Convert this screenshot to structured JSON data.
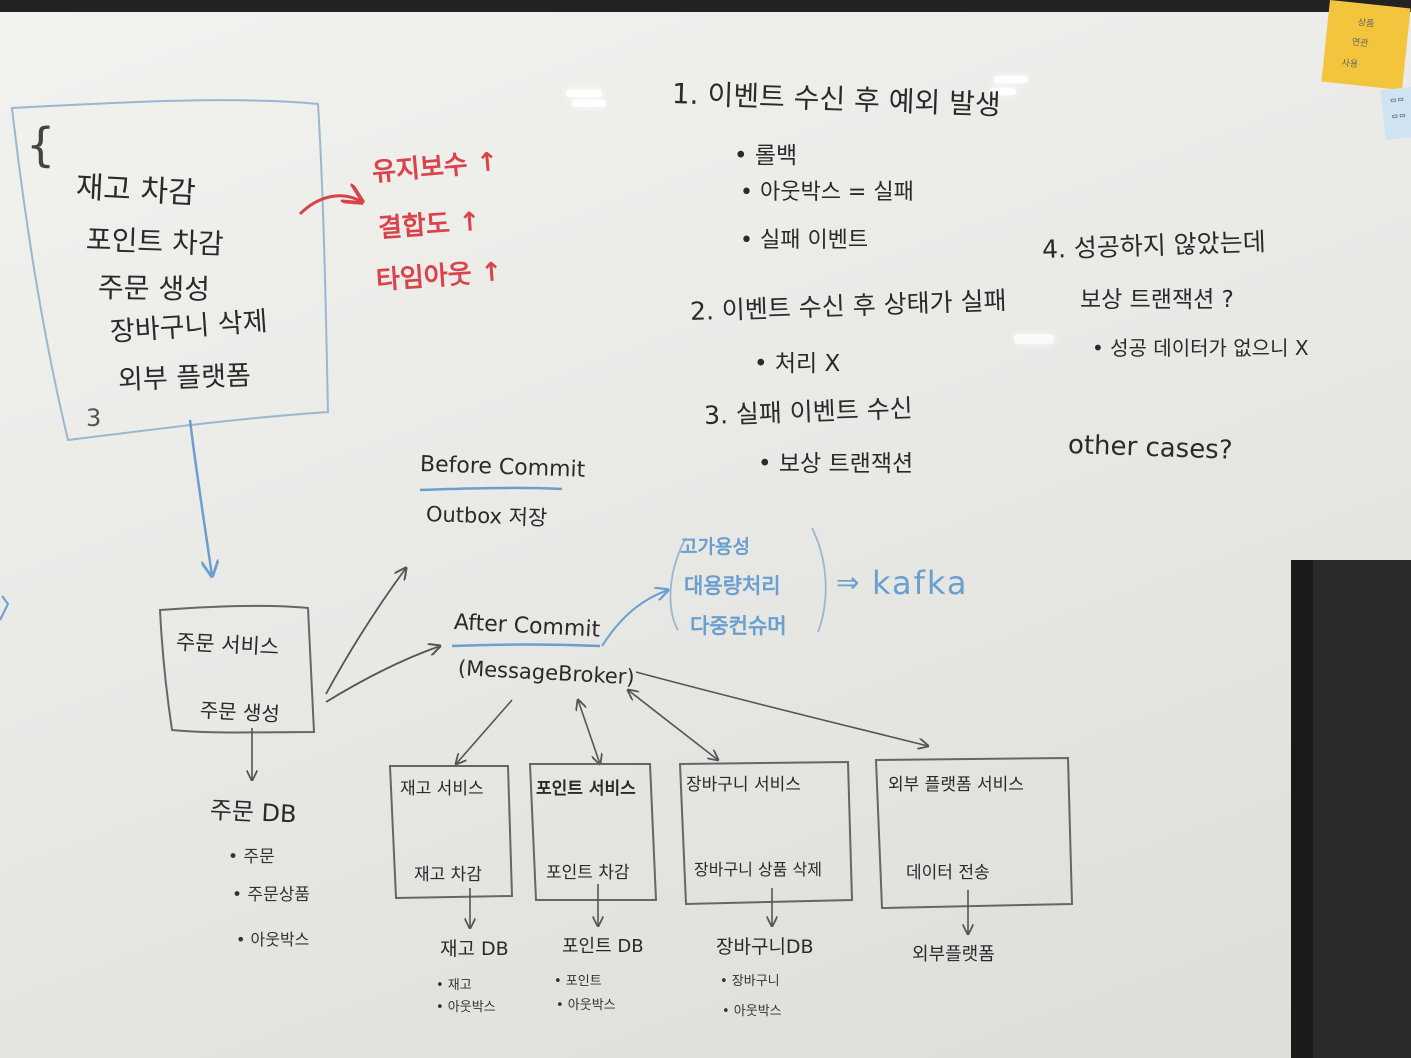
{
  "steps_box": {
    "brace": "{",
    "items": [
      "재고 차감",
      "포인트 차감",
      "주문 생성",
      "장바구니 삭제",
      "외부 플랫폼"
    ],
    "count": "3"
  },
  "concerns": {
    "items": [
      "유지보수",
      "결합도",
      "타임아웃"
    ],
    "arrow": "↑"
  },
  "failure_cases": {
    "case1": {
      "title": "1. 이벤트 수신 후 예외 발생",
      "bullets": [
        "• 롤백",
        "• 아웃박스 = 실패",
        "• 실패 이벤트"
      ]
    },
    "case2": {
      "title": "2. 이벤트 수신 후 상태가 실패",
      "bullets": [
        "• 처리 X"
      ]
    },
    "case3": {
      "title": "3. 실패 이벤트 수신",
      "bullets": [
        "• 보상 트랜잭션"
      ]
    },
    "case4": {
      "title": "4. 성공하지 않았는데",
      "line2": "보상 트랜잭션 ?",
      "bullets": [
        "• 성공 데이터가 없으니 X"
      ]
    },
    "other": "other cases?"
  },
  "before_commit": {
    "title": "Before Commit",
    "note": "Outbox 저장"
  },
  "after_commit": {
    "title": "After Commit",
    "broker": "(MessageBroker)"
  },
  "kafka_reasons": {
    "items": [
      "고가용성",
      "대용량처리",
      "다중컨슈머"
    ],
    "arrow": "⇒",
    "target": "kafka"
  },
  "order_service": {
    "title": "주문 서비스",
    "action": "주문 생성",
    "db": "주문 DB",
    "tables": [
      "• 주문",
      "• 주문상품",
      "• 아웃박스"
    ]
  },
  "services": [
    {
      "title": "재고 서비스",
      "action": "재고 차감",
      "db": "재고 DB",
      "tables": [
        "• 재고",
        "• 아웃박스"
      ]
    },
    {
      "title": "포인트 서비스",
      "action": "포인트 차감",
      "db": "포인트 DB",
      "tables": [
        "• 포인트",
        "• 아웃박스"
      ]
    },
    {
      "title": "장바구니 서비스",
      "action": "장바구니 상품 삭제",
      "db": "장바구니DB",
      "tables": [
        "• 장바구니",
        "• 아웃박스"
      ]
    },
    {
      "title": "외부 플랫폼 서비스",
      "action": "데이터 전송",
      "db": "외부플랫폼",
      "tables": []
    }
  ],
  "sticky_notes": {
    "yellow": [
      "상품",
      "연관",
      "사용"
    ],
    "blue": [
      "ᄆᄆ",
      "ᄆᄆ"
    ]
  },
  "colors": {
    "marker_black": "#2a2a2a",
    "marker_red": "#d9434a",
    "marker_blue": "#6a9fcf",
    "board": "#ececea"
  }
}
